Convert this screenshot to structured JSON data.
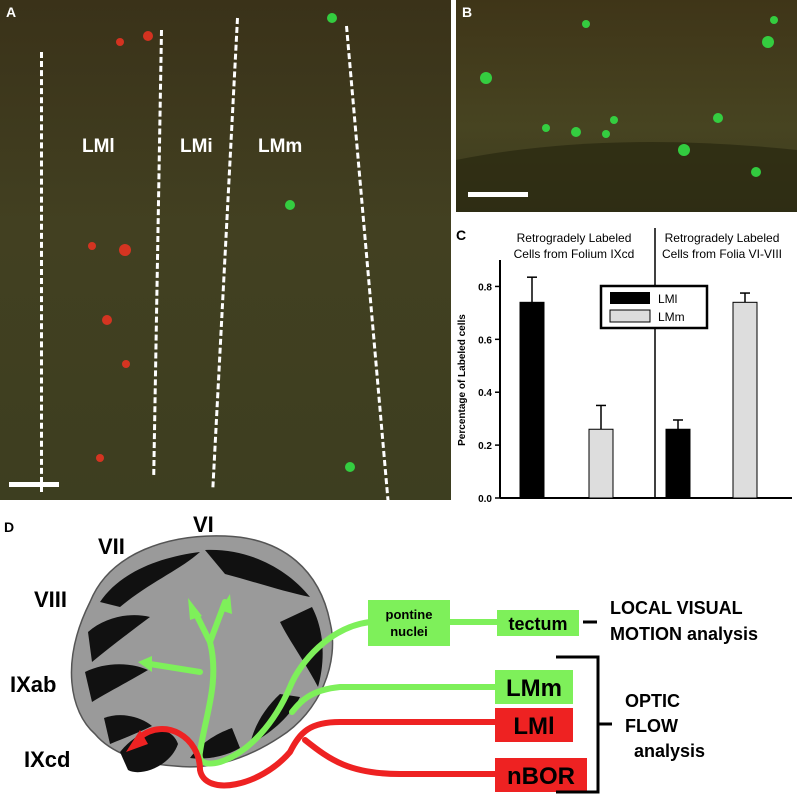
{
  "panelA": {
    "label": "A",
    "regions": [
      "LMl",
      "LMi",
      "LMm"
    ]
  },
  "panelB": {
    "label": "B"
  },
  "panelC": {
    "label": "C",
    "header_left": [
      "Retrogradely Labeled",
      "Cells from Folium IXcd"
    ],
    "header_right": [
      "Retrogradely Labeled",
      "Cells from Folia VI-VIII"
    ],
    "legend_lml": "LMl",
    "legend_lmm": "LMm"
  },
  "chart_data": {
    "type": "bar",
    "ylabel": "Percentage of Labeled cells",
    "ylim": [
      0,
      0.9
    ],
    "yticks": [
      "0.0",
      "0.2",
      "0.4",
      "0.6",
      "0.8"
    ],
    "yvalues": [
      0,
      0.2,
      0.4,
      0.6,
      0.8
    ],
    "groups": [
      "Retrogradely Labeled Cells from Folium IXcd",
      "Retrogradely Labeled Cells from Folia VI-VIII"
    ],
    "series": [
      {
        "name": "LMl",
        "color": "#000000",
        "values": [
          0.74,
          0.26
        ],
        "errors": [
          0.095,
          0.035
        ]
      },
      {
        "name": "LMm",
        "color": "#dddddd",
        "values": [
          0.26,
          0.74
        ],
        "errors": [
          0.09,
          0.035
        ]
      }
    ]
  },
  "panelD": {
    "label": "D",
    "folia": [
      "VII",
      "VI",
      "VIII",
      "IXab",
      "IXcd"
    ],
    "nodes": {
      "pontine": [
        "pontine",
        "nuclei"
      ],
      "tectum": "tectum",
      "lmm": "LMm",
      "lml": "LMl",
      "nbor": "nBOR"
    },
    "local_label": [
      "LOCAL VISUAL",
      "MOTION analysis"
    ],
    "optic_label": [
      "OPTIC",
      "FLOW",
      "analysis"
    ],
    "colors": {
      "green": "#7ef05a",
      "red": "#ee2222"
    }
  }
}
